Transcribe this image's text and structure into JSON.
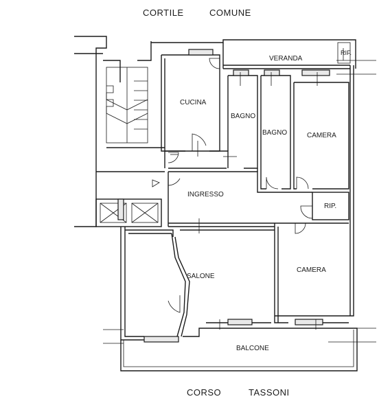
{
  "streets": {
    "top_left": "CORTILE",
    "top_right": "COMUNE",
    "bottom_left": "CORSO",
    "bottom_right": "TASSONI"
  },
  "rooms": {
    "veranda": "VERANDA",
    "rif": "RIF.",
    "cucina": "CUCINA",
    "bagno_1": "BAGNO",
    "bagno_2": "BAGNO",
    "camera_1": "CAMERA",
    "ingresso": "INGRESSO",
    "rip": "RIP.",
    "salone": "SALONE",
    "camera_2": "CAMERA",
    "balcone": "BALCONE"
  }
}
